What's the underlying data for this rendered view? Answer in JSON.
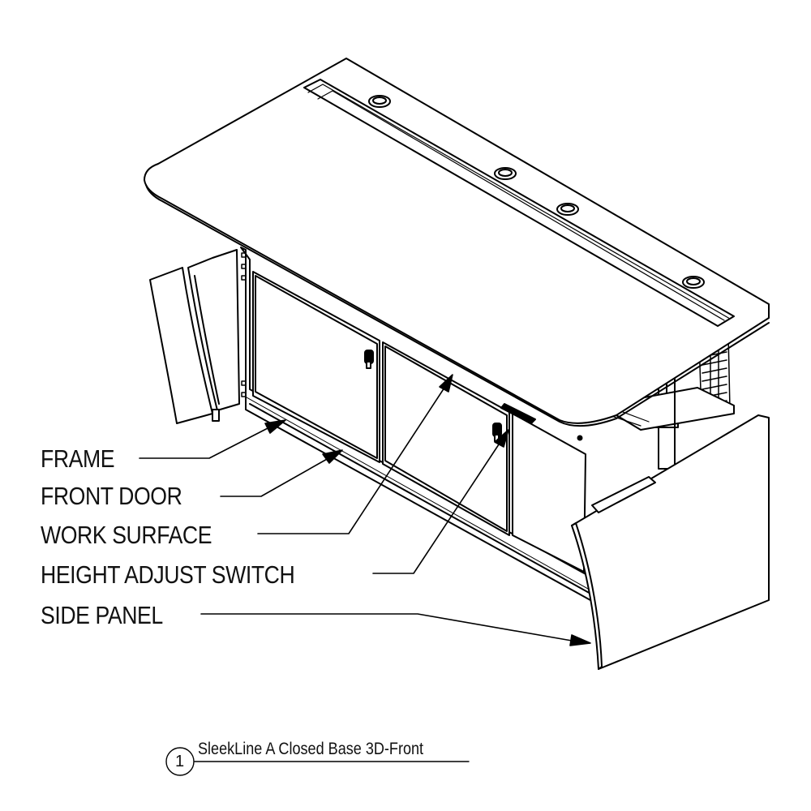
{
  "callouts": [
    {
      "id": "frame",
      "text": "FRAME"
    },
    {
      "id": "front-door",
      "text": "FRONT DOOR"
    },
    {
      "id": "work-surface",
      "text": "WORK SURFACE"
    },
    {
      "id": "height-adjust-switch",
      "text": "HEIGHT ADJUST SWITCH"
    },
    {
      "id": "side-panel",
      "text": "SIDE PANEL"
    }
  ],
  "caption": {
    "number": "1",
    "title": "SleekLine A Closed Base 3D-Front"
  }
}
